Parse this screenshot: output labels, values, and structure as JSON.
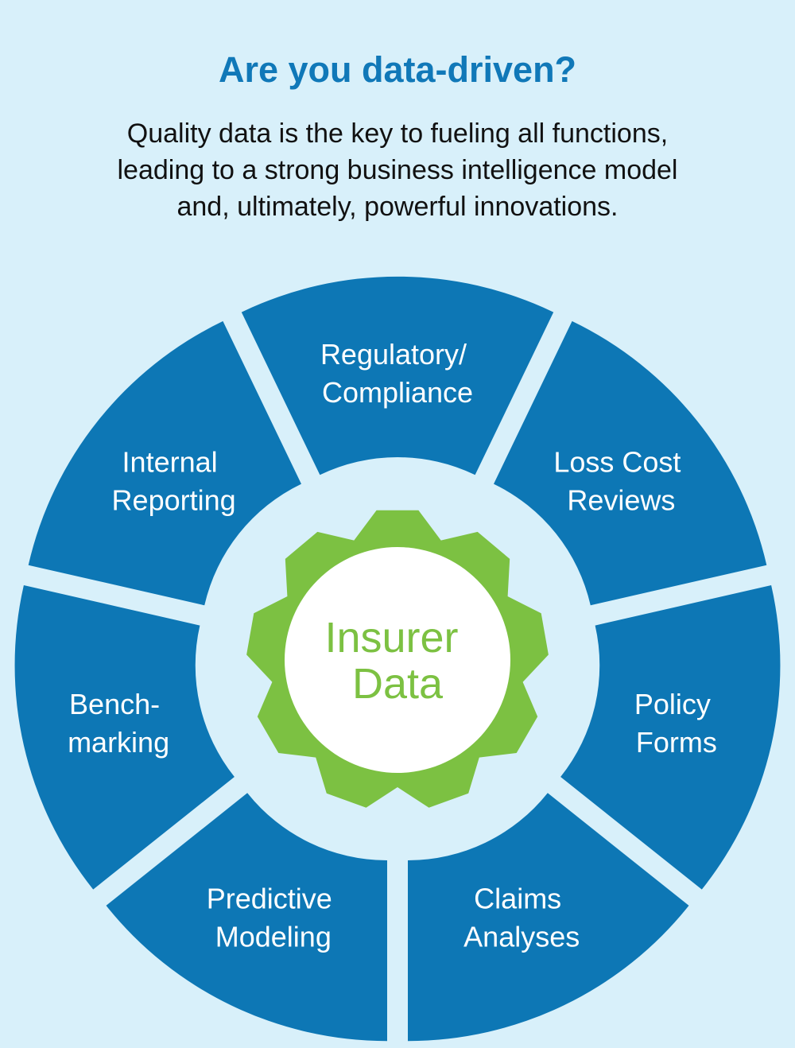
{
  "header": {
    "title": "Are you data-driven?",
    "subtitle_lines": [
      "Quality data is the key to fueling all functions,",
      "leading to a strong business intelligence model",
      "and, ultimately, powerful innovations."
    ]
  },
  "center": {
    "lines": [
      "Insurer",
      "Data"
    ]
  },
  "segments": [
    {
      "lines": [
        "Regulatory/",
        "Compliance"
      ]
    },
    {
      "lines": [
        "Loss Cost",
        "Reviews"
      ]
    },
    {
      "lines": [
        "Policy",
        "Forms"
      ]
    },
    {
      "lines": [
        "Claims",
        "Analyses"
      ]
    },
    {
      "lines": [
        "Predictive",
        "Modeling"
      ]
    },
    {
      "lines": [
        "Bench-",
        "marking"
      ]
    },
    {
      "lines": [
        "Internal",
        "Reporting"
      ]
    }
  ],
  "colors": {
    "background": "#d8f0fa",
    "title": "#1078b8",
    "segment": "#0d77b5",
    "hub": "#7cc142",
    "hub_fill": "#ffffff",
    "segment_text": "#ffffff"
  }
}
